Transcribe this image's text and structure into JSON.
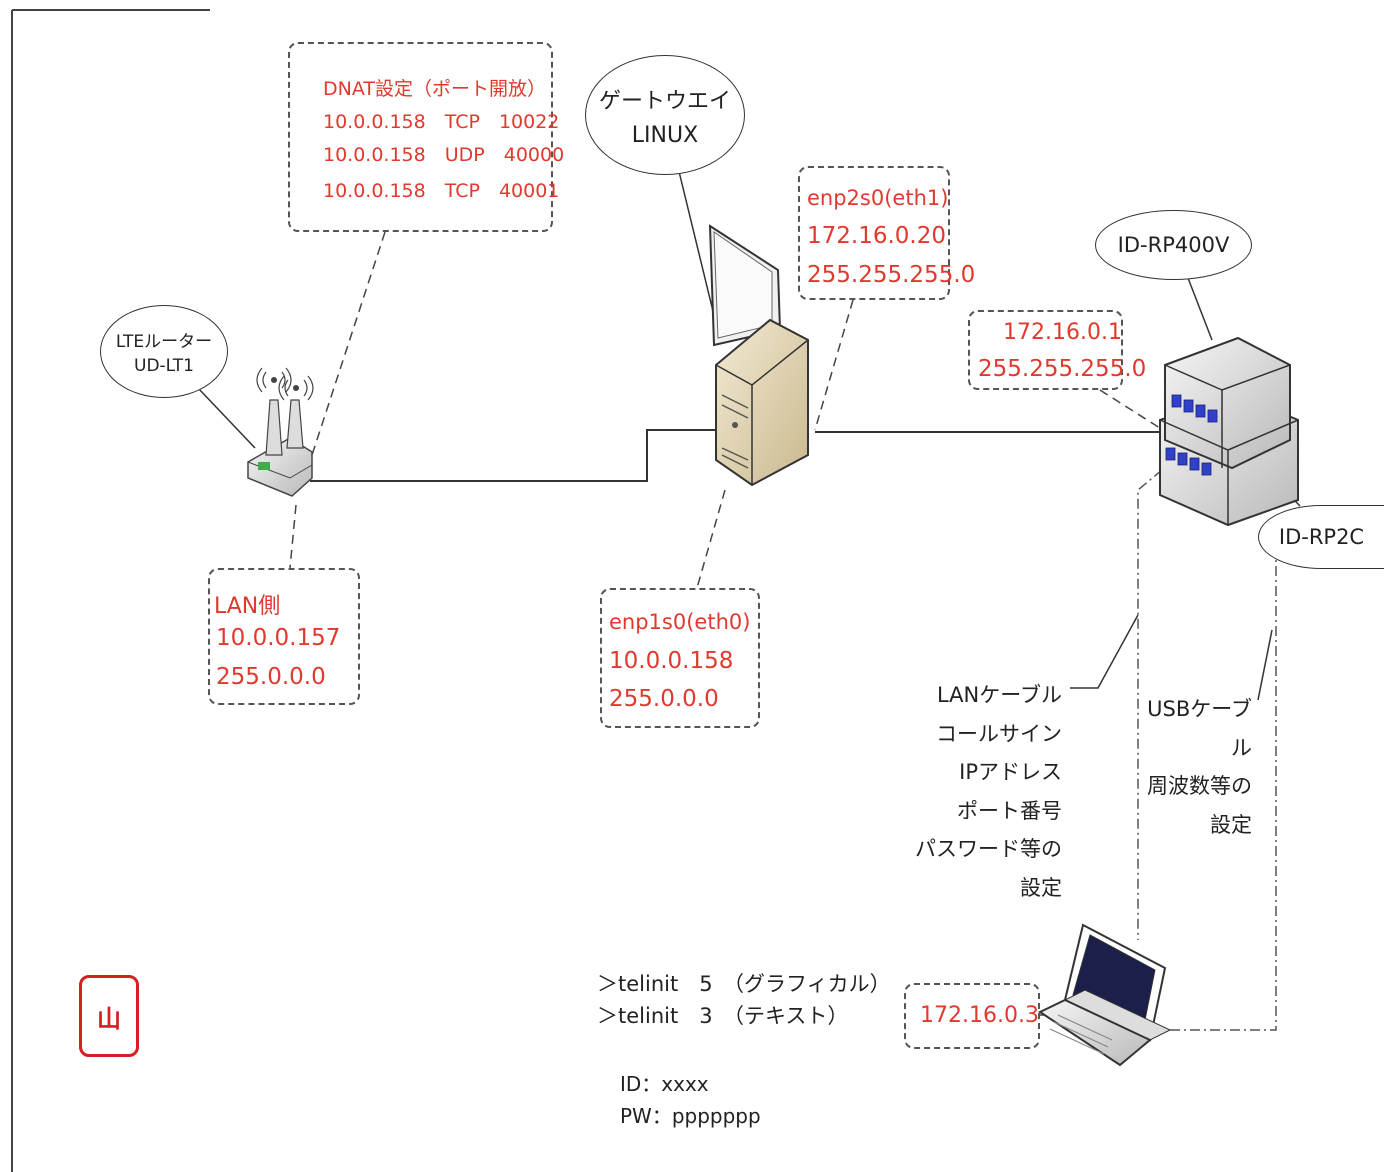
{
  "dnat_box": {
    "title": "DNAT設定（ポート開放）",
    "rows": [
      "10.0.0.158　TCP　10022",
      "10.0.0.158　UDP　40000",
      "10.0.0.158　TCP　40001"
    ]
  },
  "gateway_label": {
    "line1": "ゲートウエイ",
    "line2": "LINUX"
  },
  "eth1_box": {
    "iface": "enp2s0(eth1)",
    "ip": "172.16.0.20",
    "mask": "255.255.255.0"
  },
  "rp400v_label": "ID-RP400V",
  "rp_ip_box": {
    "ip": "172.16.0.1",
    "mask": "255.255.255.0"
  },
  "lte_label": {
    "line1": "LTEルーター",
    "line2": "UD-LT1"
  },
  "lan_box": {
    "title": "LAN側",
    "ip": "10.0.0.157",
    "mask": "255.0.0.0"
  },
  "eth0_box": {
    "iface": "enp1s0(eth0)",
    "ip": "10.0.0.158",
    "mask": "255.0.0.0"
  },
  "rp2c_label": "ID-RP2C",
  "lan_cable_note": [
    "LANケーブル",
    "コールサイン",
    "IPアドレス",
    "ポート番号",
    "パスワード等の",
    "設定"
  ],
  "usb_cable_note": [
    "USBケーブ",
    "ル",
    "周波数等の",
    "設定"
  ],
  "telinit": [
    "＞telinit　5　（グラフィカル）",
    "＞telinit　3　（テキスト）"
  ],
  "credentials": [
    "ID：xxxx",
    "PW：ppppppp"
  ],
  "laptop_ip": "172.16.0.3",
  "seal_char": "山",
  "colors": {
    "accent_red": "#e0392e",
    "seal_red": "#d42020",
    "line": "#333333"
  },
  "icons": [
    "lte-router-icon",
    "server-tower-icon",
    "rack-device-icon",
    "laptop-icon"
  ]
}
